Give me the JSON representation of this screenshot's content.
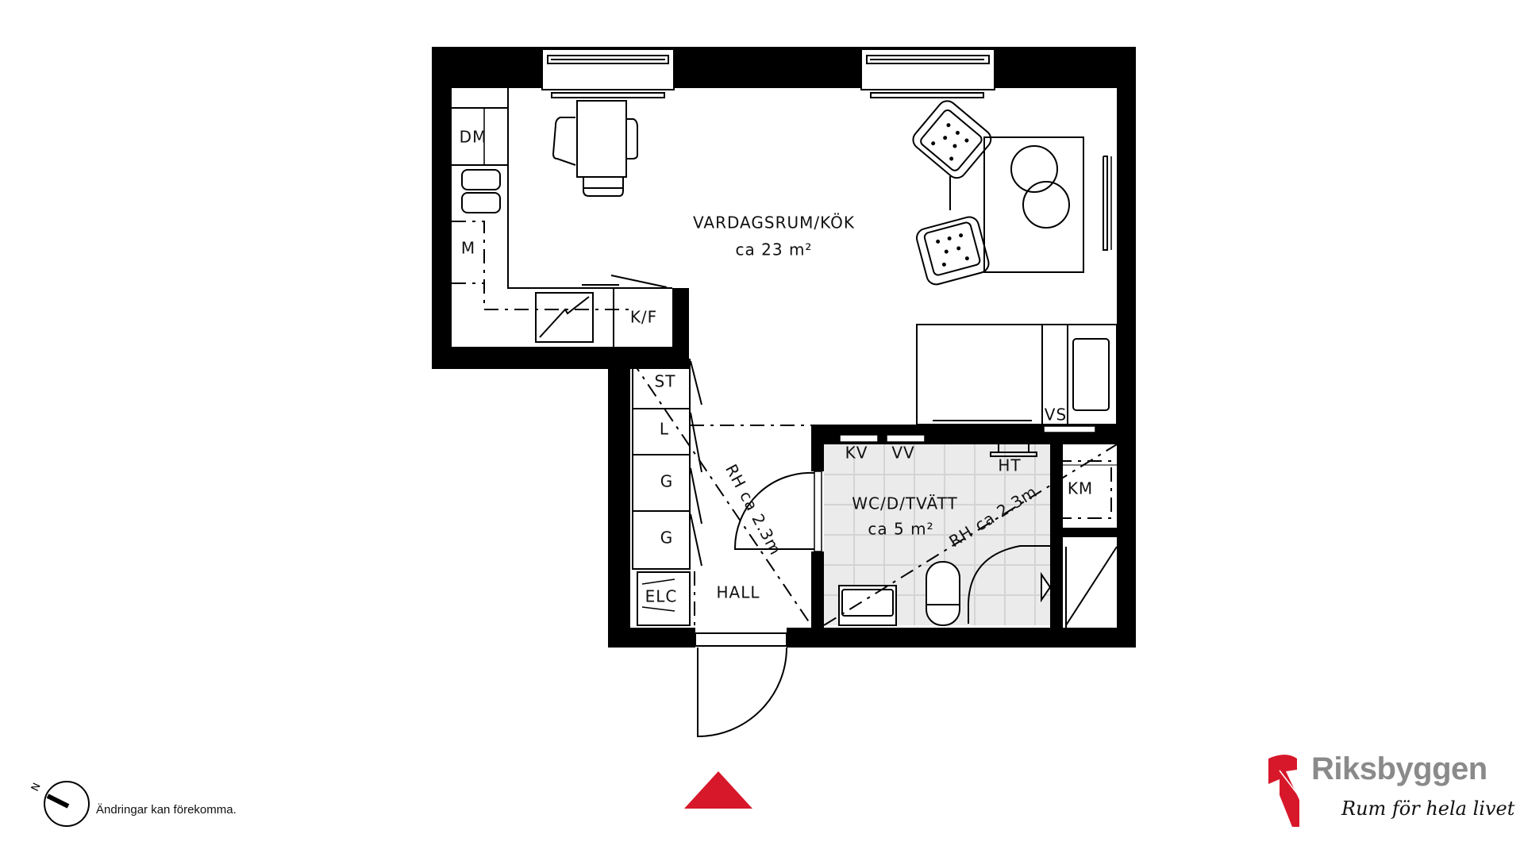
{
  "plan": {
    "rooms": {
      "living_kitchen": {
        "name": "VARDAGSRUM/KÖK",
        "area": "ca 23 m²"
      },
      "bathroom": {
        "name": "WC/D/TVÄTT",
        "area": "ca 5 m²"
      },
      "hall": {
        "name": "HALL"
      }
    },
    "labels": {
      "dm": "DM",
      "m": "M",
      "kf": "K/F",
      "st": "ST",
      "l": "L",
      "g1": "G",
      "g2": "G",
      "elc": "ELC",
      "kv": "KV",
      "vv": "VV",
      "ht": "HT",
      "km": "KM",
      "vs": "VS"
    },
    "ceiling_height_hall": "RH ca 2.3m",
    "ceiling_height_bath": "RH ca 2.3m"
  },
  "footer": {
    "compass_label": "N",
    "disclaimer": "Ändringar kan förekomma.",
    "brand": "Riksbyggen",
    "tagline": "Rum för hela livet"
  },
  "colors": {
    "accent": "#d7182a",
    "brand_gray": "#8a8a8a",
    "bath_floor": "#ebebeb"
  }
}
